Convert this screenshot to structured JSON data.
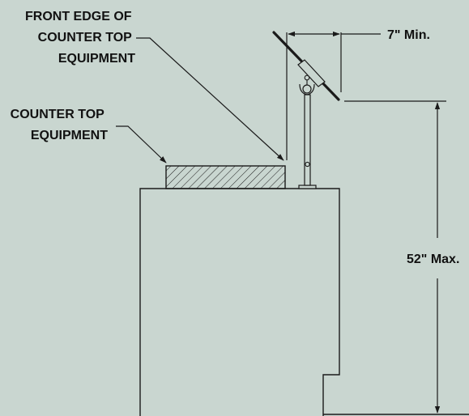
{
  "colors": {
    "background": "#c9d6d0",
    "line": "#1a1a1a",
    "fill": "#c9d6d0"
  },
  "labels": {
    "front_edge": [
      "FRONT EDGE OF",
      "COUNTER TOP",
      "EQUIPMENT"
    ],
    "counter_top": [
      "COUNTER TOP",
      "EQUIPMENT"
    ],
    "min_dim": "7\" Min.",
    "max_dim": "52\" Max."
  },
  "dimensions": {
    "min_value": 7,
    "min_unit": "in",
    "max_value": 52,
    "max_unit": "in"
  }
}
